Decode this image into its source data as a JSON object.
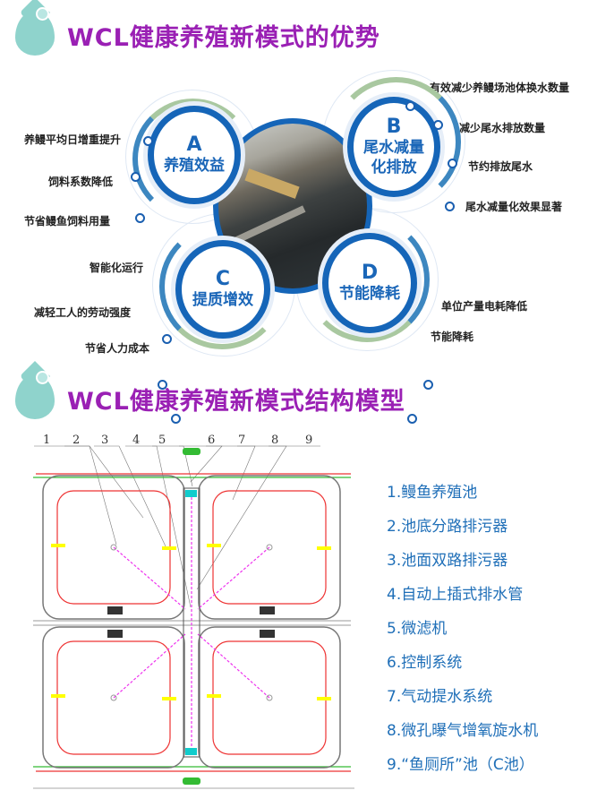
{
  "section1": {
    "title": "WCL健康养殖新模式的优势"
  },
  "section2": {
    "title": "WCL健康养殖新模式结构模型"
  },
  "advantages": [
    {
      "letter": "A",
      "name": "养殖效益",
      "points": [
        "养鳗平均日增重提升",
        "饲料系数降低",
        "节省鳗鱼饲料用量"
      ]
    },
    {
      "letter": "B",
      "name1": "尾水减量",
      "name2": "化排放",
      "points": [
        "有效减少养鳗场池体换水数量",
        "减少尾水排放数量",
        "节约排放尾水",
        "尾水减量化效果显著"
      ]
    },
    {
      "letter": "C",
      "name": "提质增效",
      "points": [
        "智能化运行",
        "减轻工人的劳动强度",
        "节省人力成本"
      ]
    },
    {
      "letter": "D",
      "name": "节能降耗",
      "points": [
        "单位产量电耗降低",
        "节能降耗"
      ]
    }
  ],
  "diagram": {
    "callouts": [
      "1",
      "2",
      "3",
      "4",
      "5",
      "6",
      "7",
      "8",
      "9"
    ]
  },
  "legend": [
    "1.鳗鱼养殖池",
    "2.池底分路排污器",
    "3.池面双路排污器",
    "4.自动上插式排水管",
    "5.微滤机",
    "6.控制系统",
    "7.气动提水系统",
    "8.微孔曝气增氧旋水机",
    "9.“鱼厕所”池（C池）"
  ],
  "colors": {
    "title": "#9a20b4",
    "ring": "#1565b8",
    "legend": "#1f6fb8"
  }
}
